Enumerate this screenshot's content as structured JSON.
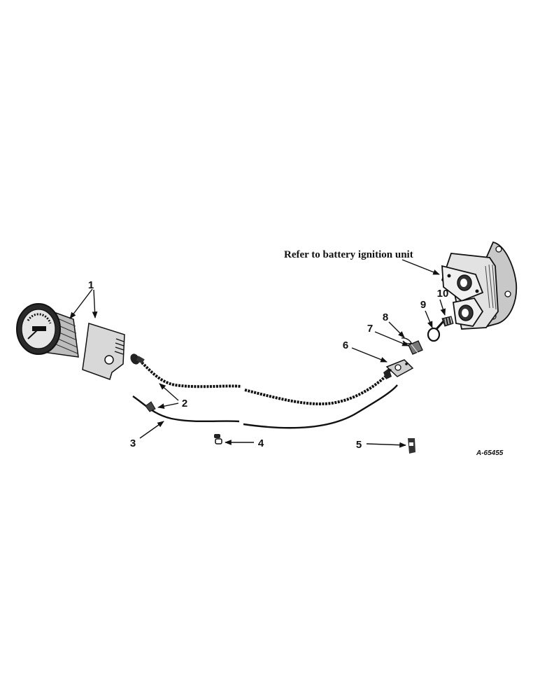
{
  "note": "Refer to battery ignition unit",
  "drawing_number": "A-65455",
  "callouts": [
    "1",
    "2",
    "3",
    "4",
    "5",
    "6",
    "7",
    "8",
    "9",
    "10"
  ]
}
